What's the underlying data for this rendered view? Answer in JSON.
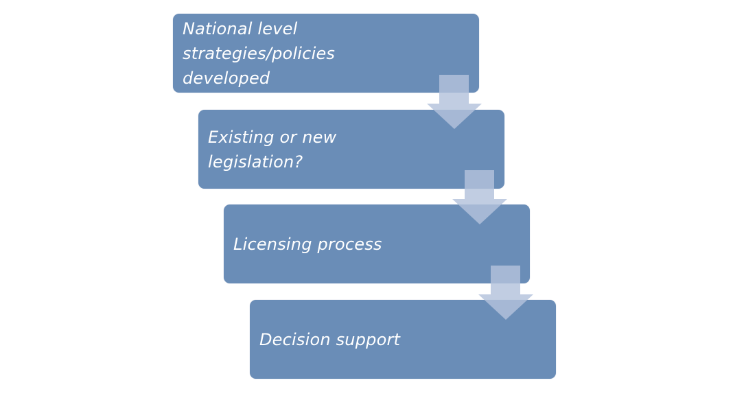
{
  "diagram": {
    "type": "descending-process-flow",
    "colors": {
      "box_fill": "#6a8db7",
      "arrow_fill": "#b3c2dc",
      "text": "#ffffff",
      "background": "#ffffff"
    },
    "steps": [
      {
        "label": "National level\nstrategies/policies\ndeveloped"
      },
      {
        "label": "Existing or new\nlegislation?"
      },
      {
        "label": "Licensing process"
      },
      {
        "label": "Decision support"
      }
    ],
    "arrows": [
      {
        "from": 1,
        "to": 2,
        "icon": "down-arrow-icon"
      },
      {
        "from": 2,
        "to": 3,
        "icon": "down-arrow-icon"
      },
      {
        "from": 3,
        "to": 4,
        "icon": "down-arrow-icon"
      }
    ]
  }
}
